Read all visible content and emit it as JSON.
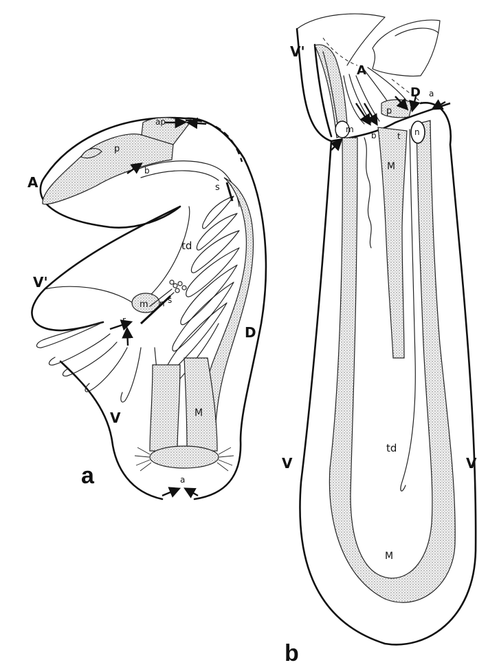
{
  "figure": {
    "panel_a": {
      "letter": "a",
      "labels": {
        "A": "A",
        "V_prime": "V'",
        "V": "V",
        "D": "D",
        "ap": "ap",
        "p": "p",
        "b": "b",
        "s_upper": "s",
        "s_lower": "s",
        "td": "td",
        "m": "m",
        "n": "n",
        "r": "r",
        "M": "M",
        "a": "a"
      }
    },
    "panel_b": {
      "letter": "b",
      "labels": {
        "V_prime": "V'",
        "A": "A",
        "D": "D",
        "a": "a",
        "p": "p",
        "m": "m",
        "b": "b",
        "t": "t",
        "n": "n",
        "M_upper": "M",
        "td": "td",
        "M_lower": "M",
        "V_left": "V",
        "V_right": "V"
      }
    }
  }
}
